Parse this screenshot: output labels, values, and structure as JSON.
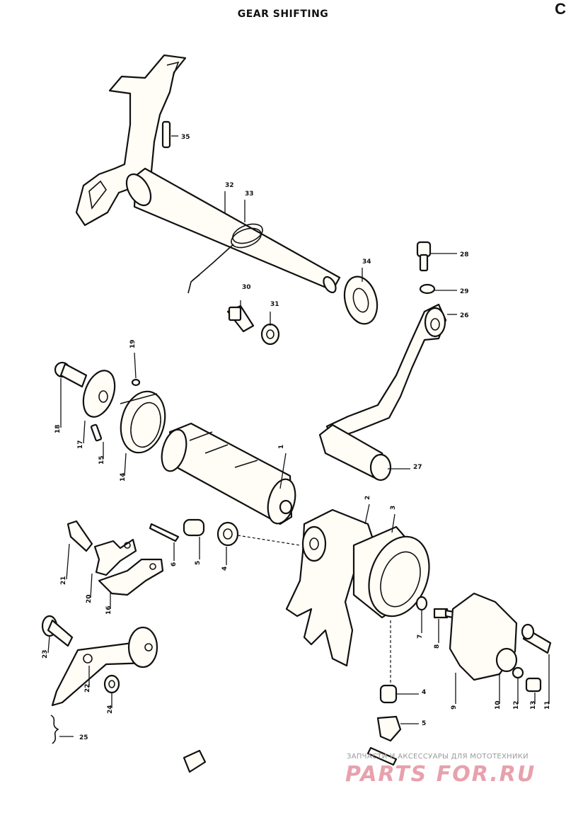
{
  "title": "GEAR SHIFTING",
  "part_numbers": [
    "1",
    "2",
    "3",
    "4",
    "5",
    "6",
    "7",
    "8",
    "9",
    "10",
    "11",
    "12",
    "13",
    "14",
    "15",
    "16",
    "17",
    "18",
    "19",
    "20",
    "21",
    "22",
    "23",
    "24",
    "25",
    "26",
    "27",
    "28",
    "29",
    "30",
    "31",
    "32",
    "33",
    "34",
    "35"
  ],
  "watermark": {
    "subtitle": "ЗАПЧАСТИ И АКСЕССУАРЫ ДЛЯ МОТОТЕХНИКИ",
    "brand": "PARTS FOR.RU"
  }
}
